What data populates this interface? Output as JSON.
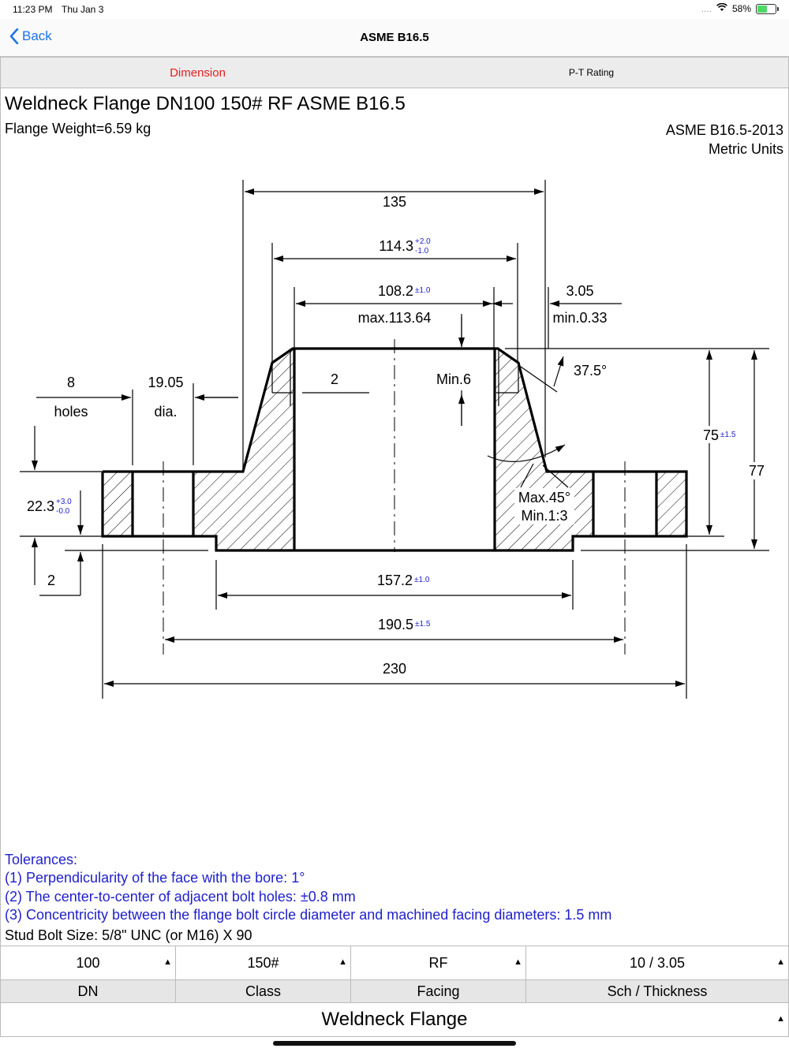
{
  "status": {
    "time": "11:23 PM",
    "date": "Thu Jan 3",
    "signal": "....",
    "battery": "58%",
    "battery_level": 0.58
  },
  "nav": {
    "back_label": "Back",
    "title": "ASME B16.5"
  },
  "tabs": [
    {
      "label": "Dimension",
      "active": true
    },
    {
      "label": "P-T Rating",
      "active": false
    }
  ],
  "header": {
    "title": "Weldneck Flange DN100 150# RF ASME B16.5",
    "weight": "Flange Weight=6.59 kg",
    "standard": "ASME B16.5-2013",
    "units": "Metric Units"
  },
  "drawing": {
    "dim_135": "135",
    "dim_1143": "114.3",
    "dim_1143_tol_plus": "+2.0",
    "dim_1143_tol_minus": "-1.0",
    "dim_1082": "108.2",
    "dim_1082_tol": "±1.0",
    "dim_max": "max.113.64",
    "dim_305": "3.05",
    "dim_min033": "min.0.33",
    "angle_375": "37.5°",
    "holes_count": "8",
    "holes_label": "holes",
    "hole_dia": "19.05",
    "hole_dia_label": "dia.",
    "dim_2_top": "2",
    "min6": "Min.6",
    "dim_75": "75",
    "dim_75_tol": "±1.5",
    "dim_77": "77",
    "dim_223": "22.3",
    "dim_223_tol_plus": "+3.0",
    "dim_223_tol_minus": "-0.0",
    "max45": "Max.45°",
    "min13": "Min.1:3",
    "dim_2_bottom": "2",
    "dim_1572": "157.2",
    "dim_1572_tol": "±1.0",
    "dim_1905": "190.5",
    "dim_1905_tol": "±1.5",
    "dim_230": "230"
  },
  "tolerances": [
    "Tolerances:",
    "(1) Perpendicularity of the face with the bore: 1°",
    "(2) The center-to-center of adjacent bolt holes: ±0.8 mm",
    "(3) Concentricity between the flange bolt circle diameter and machined facing diameters: 1.5 mm"
  ],
  "stud_bolt": "Stud Bolt Size: 5/8\" UNC (or M16) X 90",
  "selectors": [
    {
      "value": "100",
      "label": "DN"
    },
    {
      "value": "150#",
      "label": "Class"
    },
    {
      "value": "RF",
      "label": "Facing"
    },
    {
      "value": "10 / 3.05",
      "label": "Sch / Thickness"
    }
  ],
  "flange_type": "Weldneck Flange",
  "colors": {
    "accent": "#1a73e8",
    "active_tab": "#e02020",
    "tolerance_text": "#1f1fcc"
  }
}
